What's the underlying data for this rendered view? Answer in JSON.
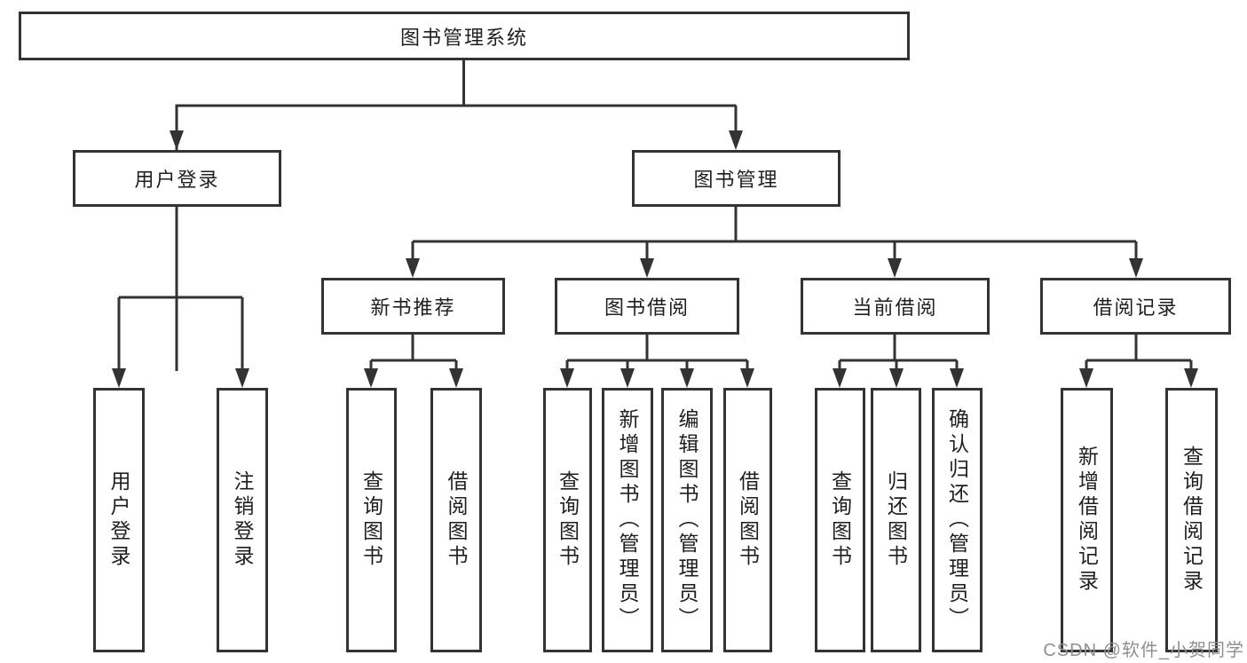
{
  "diagram": {
    "root": {
      "label": "图书管理系统"
    },
    "level2": {
      "user_login": {
        "label": "用户登录"
      },
      "book_mgmt": {
        "label": "图书管理"
      }
    },
    "level3": {
      "new_book_rec": {
        "label": "新书推荐"
      },
      "book_borrow": {
        "label": "图书借阅"
      },
      "current_borrow": {
        "label": "当前借阅"
      },
      "borrow_records": {
        "label": "借阅记录"
      }
    },
    "leaves": {
      "user_login_leaf": {
        "label": "用户登录"
      },
      "logout": {
        "label": "注销登录"
      },
      "query_books_rec": {
        "label": "查询图书"
      },
      "borrow_books_rec": {
        "label": "借阅图书"
      },
      "query_books_borrow": {
        "label": "查询图书"
      },
      "add_books_admin": {
        "label": "新增图书（管理员）"
      },
      "edit_books_admin": {
        "label": "编辑图书（管理员）"
      },
      "borrow_books": {
        "label": "借阅图书"
      },
      "query_books_current": {
        "label": "查询图书"
      },
      "return_books": {
        "label": "归还图书"
      },
      "confirm_return_admin": {
        "label": "确认归还（管理员）"
      },
      "add_borrow_record": {
        "label": "新增借阅记录"
      },
      "query_borrow_record": {
        "label": "查询借阅记录"
      }
    }
  },
  "watermark": {
    "text": "CSDN @软件_小贺同学"
  },
  "colors": {
    "line": "#333333",
    "text": "#1f1f1f",
    "watermark": "#8f8f8f",
    "background": "#ffffff"
  }
}
